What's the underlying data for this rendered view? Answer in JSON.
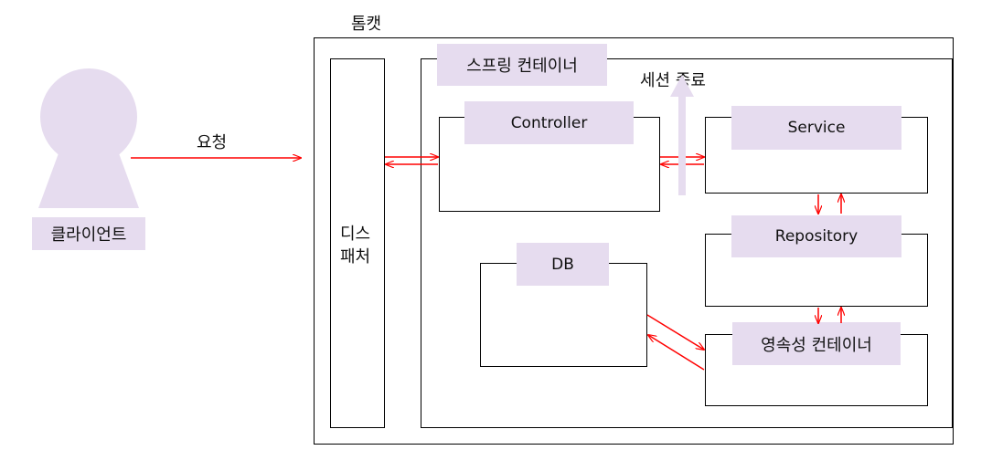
{
  "tomcat": {
    "label": "톰캣"
  },
  "client": {
    "label": "클라이언트"
  },
  "request": {
    "label": "요청"
  },
  "dispatcher": {
    "line1": "디스",
    "line2": "패처"
  },
  "spring": {
    "label": "스프링 컨테이너"
  },
  "session_end": {
    "label": "세션 종료"
  },
  "controller": {
    "label": "Controller"
  },
  "service": {
    "label": "Service"
  },
  "repository": {
    "label": "Repository"
  },
  "db": {
    "label": "DB"
  },
  "persistence": {
    "label": "영속성 컨테이너"
  },
  "colors": {
    "arrow": "#ff0000",
    "label_fill": "#e6dcef",
    "person_fill": "#e6dcef"
  }
}
